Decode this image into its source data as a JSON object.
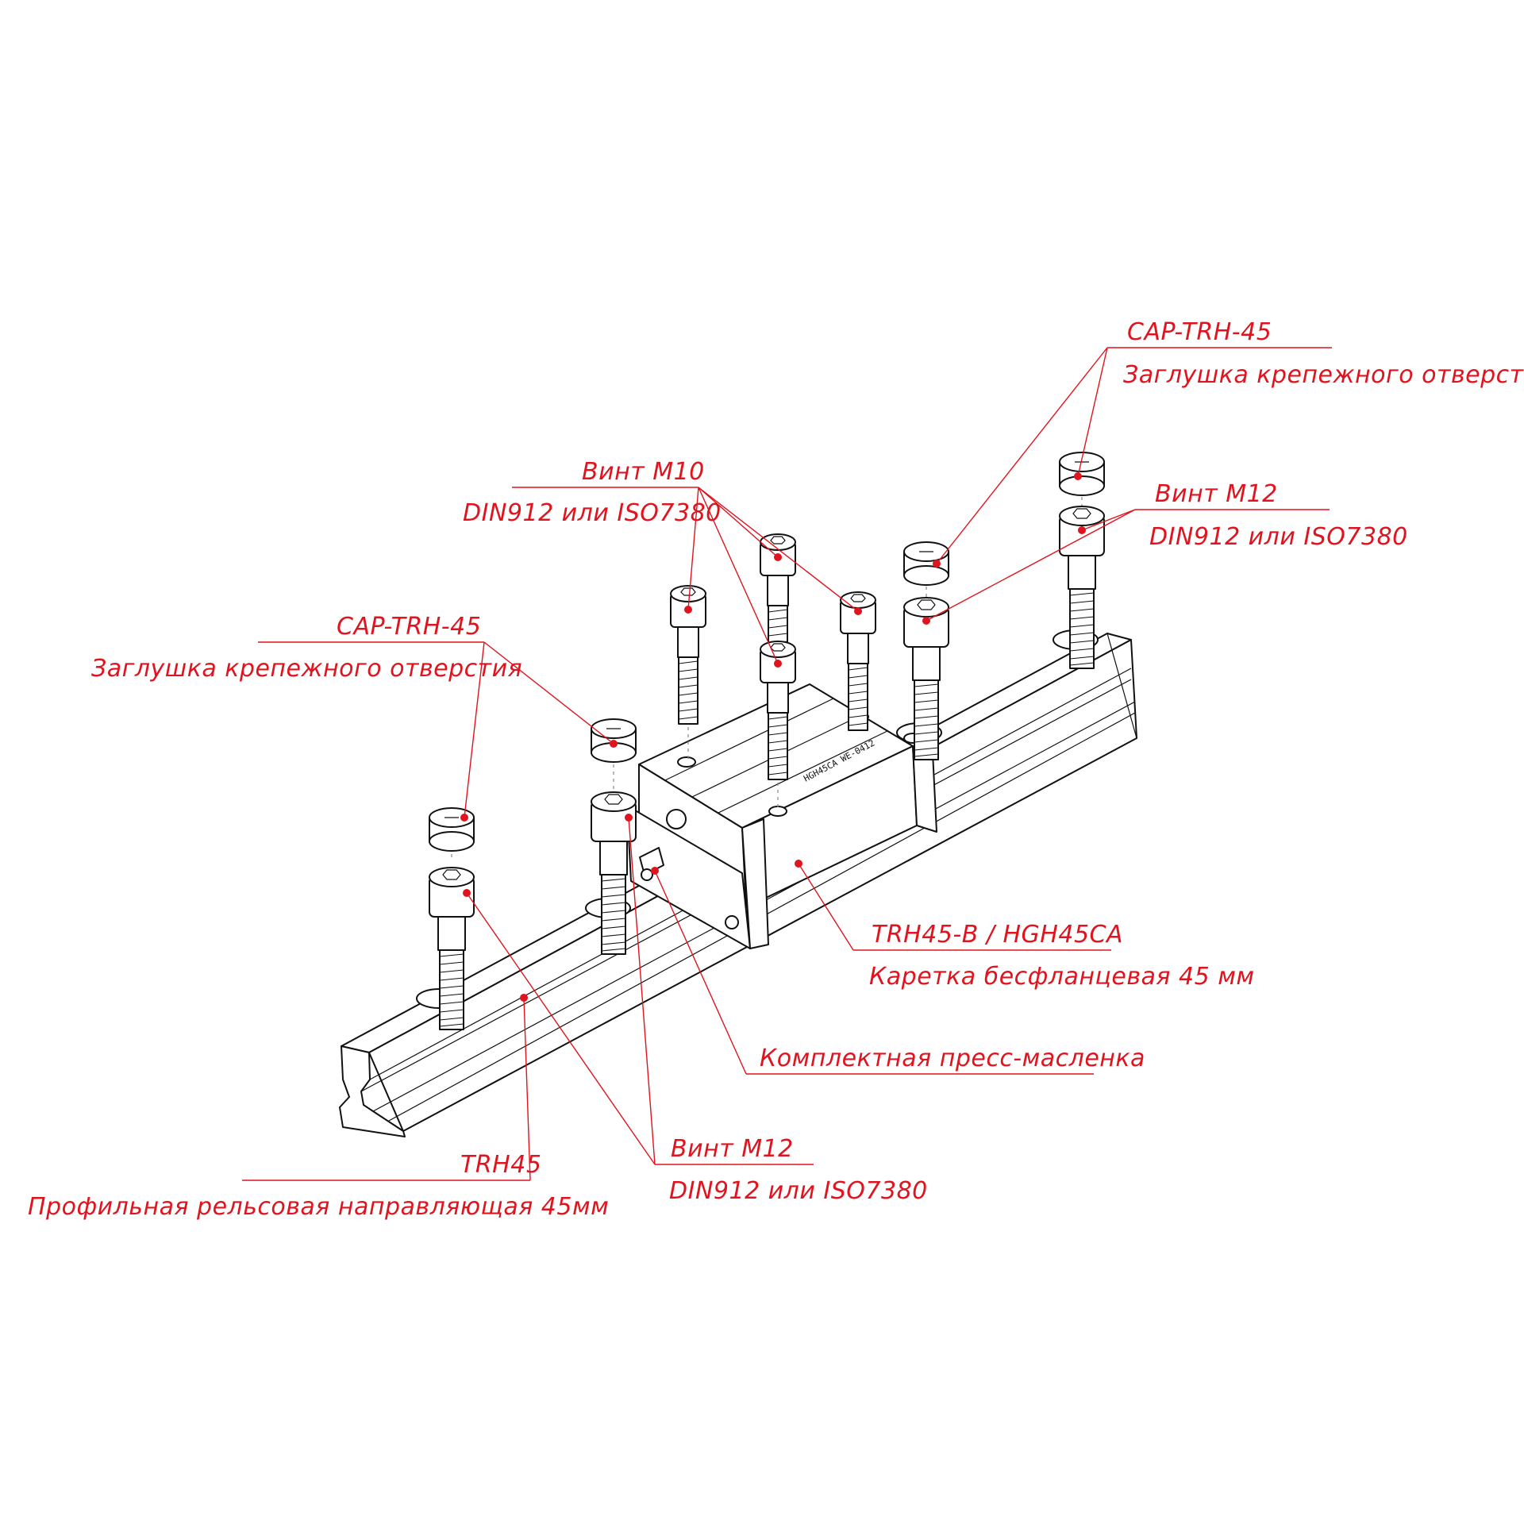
{
  "labels": {
    "cap_top_right": {
      "code": "CAP-TRH-45",
      "desc": "Заглушка крепежного отверстия"
    },
    "screw_m10": {
      "code": "Винт М10",
      "desc": "DIN912 или ISO7380"
    },
    "screw_m12_top": {
      "code": "Винт М12",
      "desc": "DIN912 или ISO7380"
    },
    "cap_left": {
      "code": "CAP-TRH-45",
      "desc": "Заглушка крепежного отверстия"
    },
    "carriage": {
      "code": "TRH45-B / HGH45CA",
      "desc": "Каретка бесфланцевая 45 мм"
    },
    "grease_nipple": {
      "desc": "Комплектная пресс-масленка"
    },
    "rail": {
      "code": "TRH45",
      "desc": "Профильная рельсовая направляющая 45мм"
    },
    "screw_m12_bottom": {
      "code": "Винт М12",
      "desc": "DIN912 или ISO7380"
    }
  },
  "carriage_marking": "HGH45CA WE-0412",
  "colors": {
    "annotation": "#e0141e",
    "line": "#111111"
  }
}
